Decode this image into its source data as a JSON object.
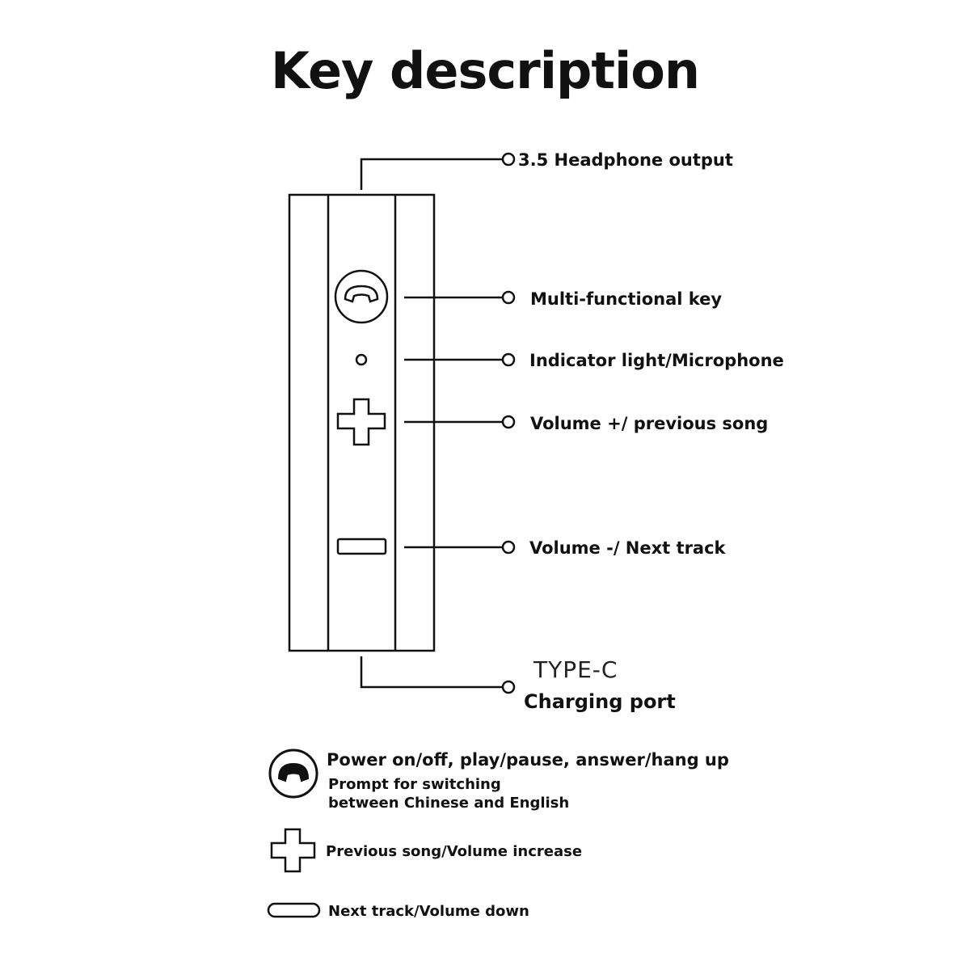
{
  "title": "Key description",
  "callouts": {
    "headphone": "3.5 Headphone output",
    "multifunction": "Multi-functional key",
    "indicator": "Indicator light/Microphone",
    "volume_up": "Volume +/ previous song",
    "volume_down": "Volume -/ Next track",
    "type_c": "TYPE-C",
    "charging": "Charging port"
  },
  "legend": {
    "phone_line1": "Power on/off, play/pause, answer/hang up",
    "phone_line2": "Prompt for switching",
    "phone_line3": "between Chinese and English",
    "plus": "Previous song/Volume increase",
    "minus": "Next track/Volume down"
  },
  "icons": [
    "phone-icon",
    "plus-icon",
    "minus-icon",
    "indicator-dot-icon"
  ]
}
